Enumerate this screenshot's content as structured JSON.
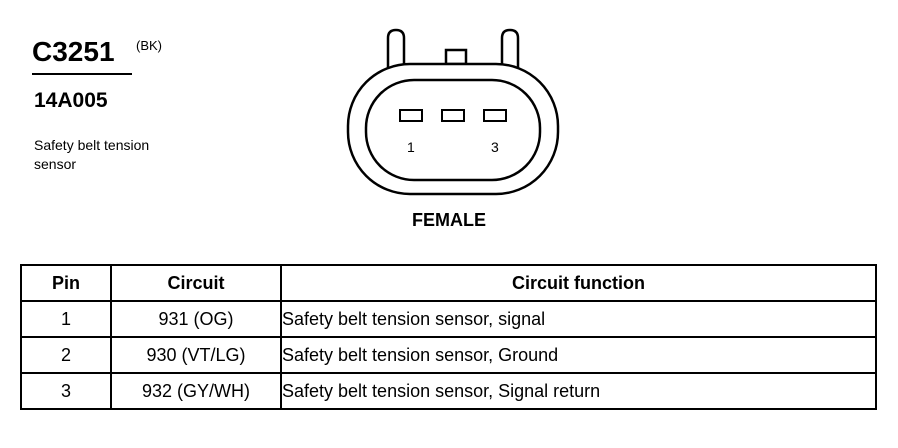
{
  "connector": {
    "id": "C3251",
    "color": "(BK)",
    "part_number": "14A005",
    "description": "Safety belt tension sensor",
    "gender": "FEMALE",
    "pin_labels": [
      "1",
      "3"
    ]
  },
  "table": {
    "headers": [
      "Pin",
      "Circuit",
      "Circuit function"
    ],
    "rows": [
      {
        "pin": "1",
        "circuit": "931 (OG)",
        "function": "Safety belt tension sensor, signal"
      },
      {
        "pin": "2",
        "circuit": "930 (VT/LG)",
        "function": "Safety belt tension sensor, Ground"
      },
      {
        "pin": "3",
        "circuit": "932 (GY/WH)",
        "function": "Safety belt tension sensor, Signal return"
      }
    ]
  }
}
